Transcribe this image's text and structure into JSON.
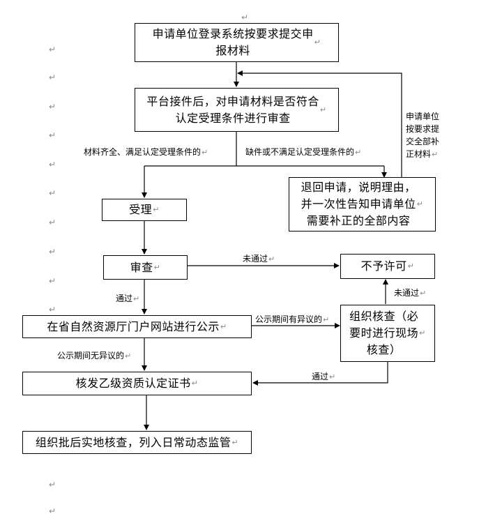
{
  "nodes": {
    "submit": "申请单位登录系统按要求提交申\n报材料",
    "review_materials": "平台接件后，对申请材料是否符合\n认定受理条件进行审查",
    "return_application": "退回申请，说明理由，\n并一次性告知申请单位\n需要补正的全部内容",
    "accept": "受理",
    "examine": "审查",
    "not_approved": "不予许可",
    "publicize": "在省自然资源厅门户网站进行公示",
    "organize_check": "组织核查（必\n要时进行现场\n核查）",
    "issue_certificate": "核发乙级资质认定证书",
    "post_approval": "组织批后实地核查，列入日常动态监管"
  },
  "edge_labels": {
    "meets_conditions": "材料齐全、满足认定受理条件的",
    "missing_conditions": "缺件或不满足认定受理条件的",
    "resubmit": "申请单位\n按要求提\n交全部补\n正材料",
    "failed_1": "未通过",
    "passed_1": "通过",
    "objection": "公示期间有异议的",
    "failed_2": "未通过",
    "no_objection": "公示期间无异议的",
    "passed_2": "通过"
  },
  "paragraph_mark": "↵",
  "colors": {
    "line": "#000000",
    "mark": "#8a8a8a"
  }
}
